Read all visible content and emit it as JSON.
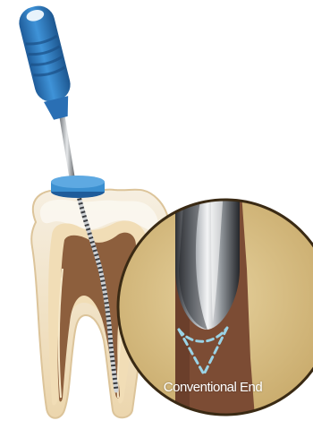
{
  "figure": {
    "callout_label": "Conventional End",
    "subjects": [
      "endodontic-file-icon",
      "tooth-cross-section",
      "magnified-file-tip"
    ]
  },
  "colors": {
    "background": "#ffffff",
    "handle_blue": "#2f7fc7",
    "handle_blue_dark": "#1f5c9a",
    "stopper_blue": "#3b8fd0",
    "tooth_outline": "#e7d3b0",
    "enamel": "#f3ead8",
    "dentin": "#f0dcb4",
    "pulp": "#8b5e3c",
    "callout_bg": "#dcc48f",
    "callout_border": "#3a2a14",
    "canal_inset": "#7a4b33",
    "dashed_outline": "#9ad3e6",
    "label_text": "#ffffff"
  }
}
